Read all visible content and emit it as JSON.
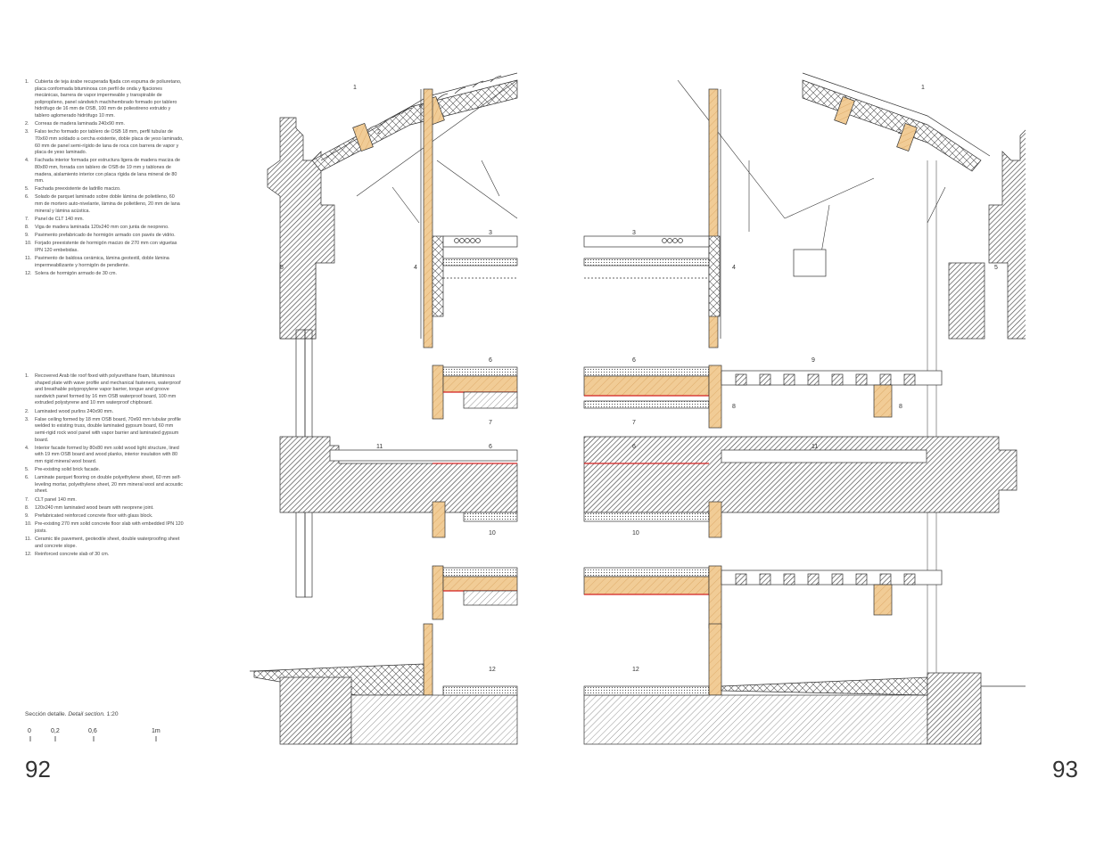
{
  "legend_es": [
    {
      "n": "1.",
      "t": "Cubierta de teja árabe recuperada fijada con espuma de poliuretano, placa conformada bituminosa con perfil de onda y fijaciones mecánicas, barrera de vapor impermeable y transpirable de polipropileno, panel sándwich machihembrado formado por tablero hidrófugo de 16 mm de OSB, 100 mm de poliestireno extruido y tablero aglomerado hidrófugo 10 mm."
    },
    {
      "n": "2.",
      "t": "Correas de madera laminada 240x90 mm."
    },
    {
      "n": "3.",
      "t": "Falso techo formado por tablero de OSB 18 mm, perfil tubular de 70x60 mm soldado a cercha existente, doble placa de yeso laminado, 60 mm de panel semi-rígido de lana de roca con barrera de vapor y placa de yeso laminado."
    },
    {
      "n": "4.",
      "t": "Fachada interior formada por estructura ligera de madera maciza de 80x80 mm, forrada con tablero de OSB de 19 mm y tablones de madera, aislamiento interior con placa rígida de lana mineral de 80 mm."
    },
    {
      "n": "5.",
      "t": "Fachada preexistente de ladrillo macizo."
    },
    {
      "n": "6.",
      "t": "Solado de parquet laminado sobre doble lámina de polietileno, 60 mm de mortero auto-nivelante, lámina de polietileno, 20 mm de lana mineral y lámina acústica."
    },
    {
      "n": "7.",
      "t": "Panel de CLT 140 mm."
    },
    {
      "n": "8.",
      "t": "Viga de madera laminada 120x240 mm con junta de neopreno."
    },
    {
      "n": "9.",
      "t": "Pavimento prefabricado de hormigón armado con pavés de vidrio."
    },
    {
      "n": "10.",
      "t": "Forjado preexistente de hormigón macizo de 270 mm con viguetas IPN 120 embebidas."
    },
    {
      "n": "11.",
      "t": "Pavimento de baldosa cerámica, lámina geotextil, doble lámina impermeabilizante y hormigón de pendiente."
    },
    {
      "n": "12.",
      "t": "Solera de hormigón armado de 30 cm."
    }
  ],
  "legend_en": [
    {
      "n": "1.",
      "t": "Recovered Arab tile roof fixed with polyurethane foam, bituminous shaped plate with wave profile and mechanical fasteners, waterproof and breathable polypropylene vapor barrier, tongue and groove sandwich panel formed by 16 mm OSB waterproof board, 100 mm extruded polystyrene and 10 mm waterproof chipboard."
    },
    {
      "n": "2.",
      "t": "Laminated wood purlins 240x90 mm."
    },
    {
      "n": "3.",
      "t": "False ceiling formed by 18 mm OSB board, 70x60 mm tubular profile welded to existing truss, double laminated gypsum board, 60 mm semi-rigid rock wool panel with vapor barrier and laminated gypsum board."
    },
    {
      "n": "4.",
      "t": "Interior facade formed by 80x80 mm solid wood light structure, lined with 19 mm OSB board and wood planks, interior insulation with 80 mm rigid mineral wool board."
    },
    {
      "n": "5.",
      "t": "Pre-existing solid brick facade."
    },
    {
      "n": "6.",
      "t": "Laminate parquet flooring on double polyethylene sheet, 60 mm self-leveling mortar, polyethylene sheet, 20 mm mineral wool and acoustic sheet."
    },
    {
      "n": "7.",
      "t": "CLT panel 140 mm."
    },
    {
      "n": "8.",
      "t": "120x240 mm laminated wood beam with neoprene joint."
    },
    {
      "n": "9.",
      "t": "Prefabricated reinforced concrete floor with glass block."
    },
    {
      "n": "10.",
      "t": "Pre-existing 270 mm solid concrete floor slab with embedded IPN 120 joists."
    },
    {
      "n": "11.",
      "t": "Ceramic tile pavement, geotextile sheet, double waterproofing sheet and concrete slope."
    },
    {
      "n": "12.",
      "t": "Reinforced concrete slab of 30 cm."
    }
  ],
  "caption": {
    "es": "Sección detalle.",
    "en": "Detail section.",
    "scale": "1:20"
  },
  "scale_bar": [
    "0",
    "0,2",
    "0,6",
    "1m"
  ],
  "page_numbers": {
    "left": "92",
    "right": "93"
  },
  "drawing_labels": {
    "roof": "1",
    "purlin": "2",
    "ceiling": "3",
    "inner_facade": "4",
    "brick_facade": "5",
    "parquet": "6",
    "clt": "7",
    "beam": "8",
    "glass_floor": "9",
    "slab": "10",
    "ceramic": "11",
    "solera": "12"
  },
  "colors": {
    "wood": "#f1cc96",
    "wood_line": "#c9893f",
    "red": "#d42020",
    "hatch": "#555555",
    "line": "#333333"
  }
}
